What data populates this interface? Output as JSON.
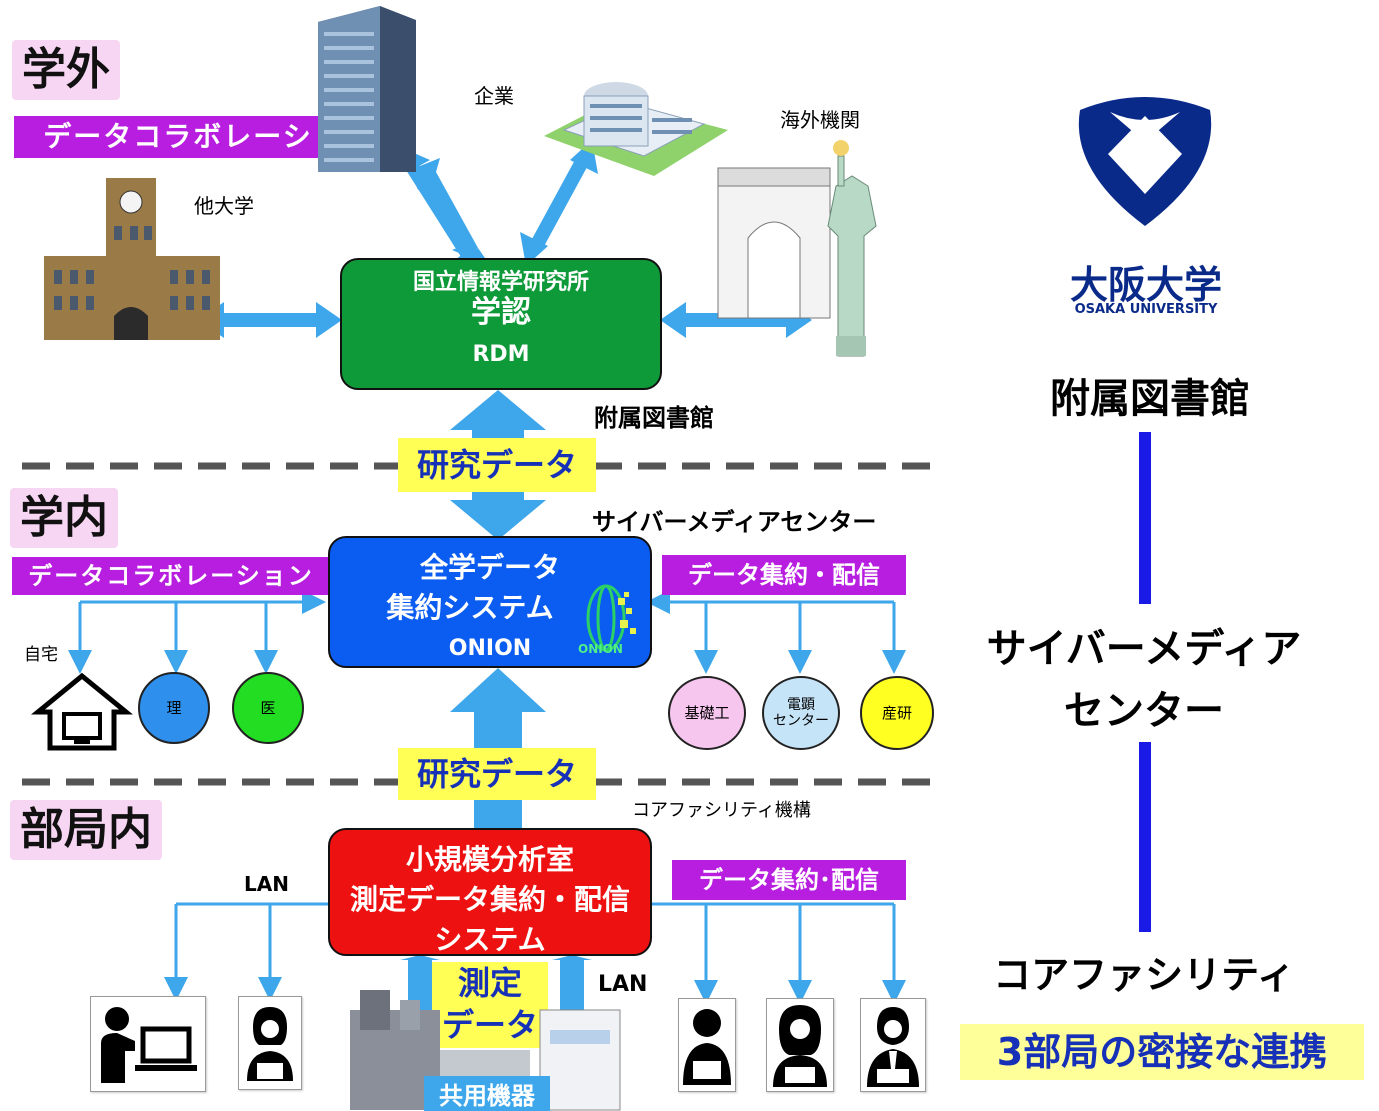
{
  "zones": {
    "external": "学外",
    "campus": "学内",
    "department": "部局内"
  },
  "labels": {
    "collab_external": "データコラボレーション",
    "collab_campus": "データコラボレーション",
    "aggregate_campus": "データ集約・配信",
    "aggregate_dept": "データ集約･配信",
    "research_data_1": "研究データ",
    "research_data_2": "研究データ",
    "measurement_data": "測定\nデータ",
    "shared_equipment": "共用機器"
  },
  "external_nodes": {
    "company": "企業",
    "overseas": "海外機関",
    "other_univ": "他大学"
  },
  "nii_box": {
    "line1": "国立情報学研究所",
    "line2": "学認",
    "line3": "RDM"
  },
  "onion_box": {
    "line1": "全学データ",
    "line2": "集約システム",
    "line3": "ONION",
    "logo_text": "ONION"
  },
  "lab_box": {
    "line1": "小規模分析室",
    "line2": "測定データ集約・配信",
    "line3": "システム"
  },
  "org_labels": {
    "library": "附属図書館",
    "cmc": "サイバーメディアセンター",
    "core": "コアファシリティ機構"
  },
  "campus_nodes": {
    "home": "自宅",
    "science": "理",
    "medicine": "医",
    "kisoko": "基礎工",
    "denken": "電顕\nセンター",
    "sanken": "産研"
  },
  "lan_labels": [
    "LAN",
    "LAN"
  ],
  "right_panel": {
    "univ_name": "大阪大学",
    "univ_name_en": "OSAKA UNIVERSITY",
    "org1": "附属図書館",
    "org2_line1": "サイバーメディア",
    "org2_line2": "センター",
    "org3": "コアファシリティ",
    "tagline": "3部局の密接な連携"
  },
  "colors": {
    "nii_green": "#0f9a3a",
    "onion_blue": "#0b5cf0",
    "lab_red": "#ee1111",
    "arrow_blue": "#3ea6ea",
    "purple": "#b81ee0",
    "yellow": "#ffff55",
    "tagline_blue": "#1630b8",
    "osaka_navy": "#0a2a8a"
  }
}
